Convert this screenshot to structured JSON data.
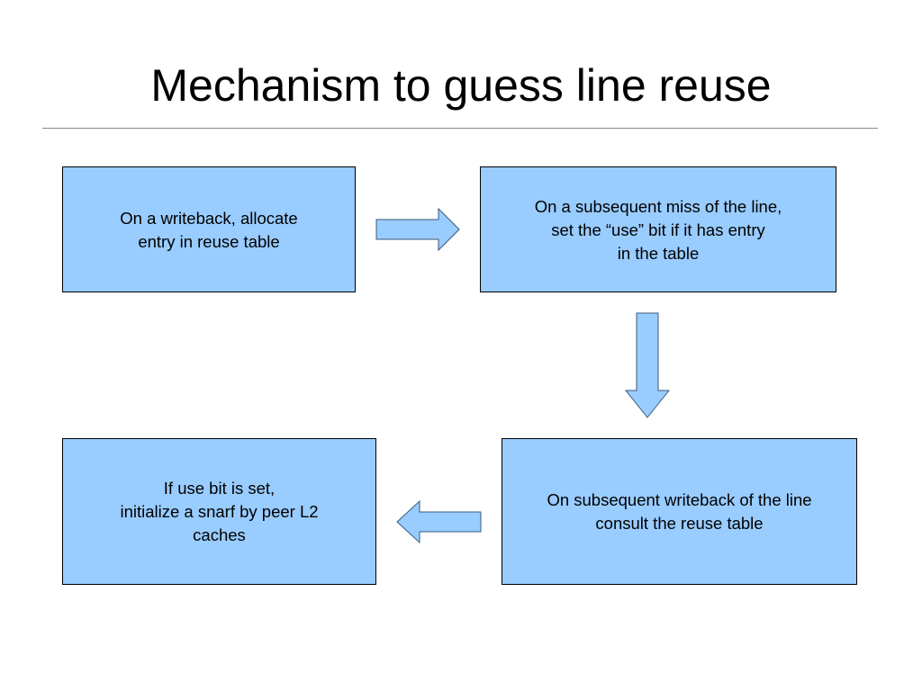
{
  "slide": {
    "title": "Mechanism to guess line reuse"
  },
  "flow": {
    "steps": [
      {
        "text": "On a writeback, allocate\nentry in reuse table"
      },
      {
        "text": "On a subsequent miss of the line,\nset the “use” bit if it has entry\nin the table"
      },
      {
        "text": "On subsequent writeback of the line\nconsult the reuse table"
      },
      {
        "text": "If use bit is set,\ninitialize a snarf by peer L2\ncaches"
      }
    ]
  },
  "colors": {
    "box_fill": "#99ccff",
    "box_border": "#000000",
    "arrow_fill": "#99ccff",
    "arrow_stroke": "#3b5a7a"
  }
}
